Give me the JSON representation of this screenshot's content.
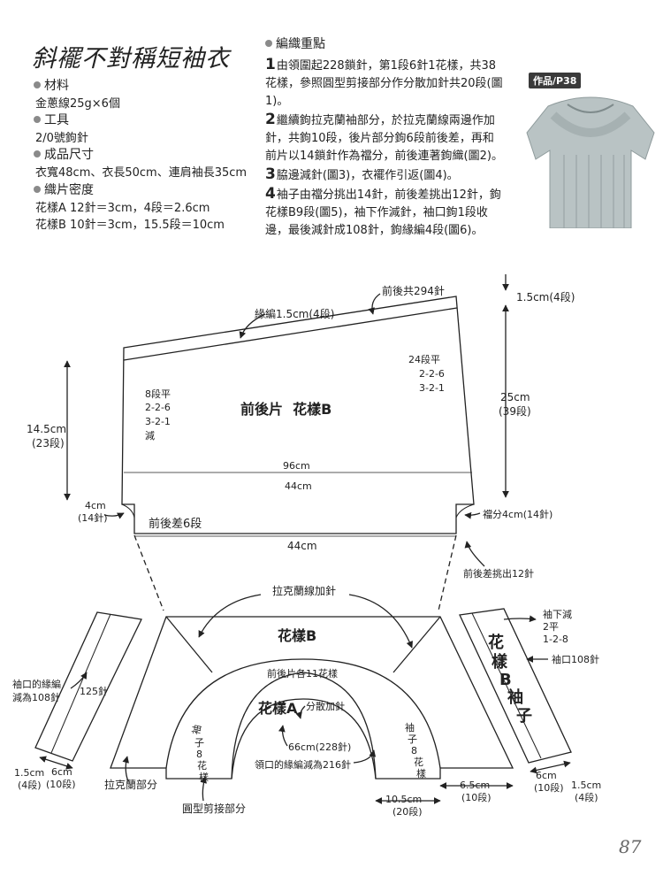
{
  "title": "斜襬不對稱短袖衣",
  "materials": {
    "heading": "材料",
    "value": "金蔥線25g×6個"
  },
  "tools": {
    "heading": "工具",
    "value": "2/0號鉤針"
  },
  "size": {
    "heading": "成品尺寸",
    "value": "衣寬48cm、衣長50cm、連肩袖長35cm"
  },
  "gauge": {
    "heading": "織片密度",
    "line1": "花樣A 12針＝3cm，4段＝2.6cm",
    "line2": "花樣B 10針＝3cm，15.5段＝10cm"
  },
  "points": {
    "heading": "編織重點",
    "steps": [
      {
        "num": "1",
        "text": "由領圍起228鎖針，第1段6針1花樣，共38花樣，參照圓型剪接部分作分散加針共20段(圖1)。"
      },
      {
        "num": "2",
        "text": "繼續鉤拉克蘭袖部分，於拉克蘭線兩邊作加針，共鉤10段，後片部分鉤6段前後差，再和前片以14鎖針作為襠分，前後連著鉤織(圖2)。"
      },
      {
        "num": "3",
        "text": "脇邊減針(圖3)，衣襬作引返(圖4)。"
      },
      {
        "num": "4",
        "text": "袖子由襠分挑出14針，前後差挑出12針，鉤花樣B9段(圖5)，袖下作減針，袖口鉤1段收邊，最後減針成108針，鉤緣編4段(圖6)。"
      }
    ]
  },
  "photo_label": "作品/P38",
  "diagram": {
    "total_stitches": "前後共294針",
    "border_top": "緣編1.5cm(4段)",
    "top_right_dim": "1.5cm(4段)",
    "body_label": "前後片  花樣B",
    "left_dec": [
      "8段平",
      "2-2-6",
      "3-2-1",
      "減"
    ],
    "right_dec": [
      "24段平",
      "2-2-6",
      "3-2-1"
    ],
    "height_left": [
      "14.5cm",
      "(23段)"
    ],
    "height_right": [
      "25cm",
      "(39段)"
    ],
    "width_96": "96cm",
    "width_44_inner": "44cm",
    "gusset_left": [
      "4cm",
      "(14針)"
    ],
    "front_back_diff": "前後差6段",
    "gusset_right": "襠分4cm(14針)",
    "width_44_bottom": "44cm",
    "pickup_sleeve": "前後差挑出12針",
    "raglan_inc": "拉克蘭線加針",
    "yoke_label_b": "花樣B",
    "yoke_repeats": "前後片各11花樣",
    "yoke_label_a": "花樣A",
    "spread_inc": "分散加針",
    "sleeve_side_left": [
      "袖",
      "子",
      "8",
      "花",
      "樣"
    ],
    "sleeve_side_right": [
      "袖",
      "子",
      "8",
      "花",
      "樣"
    ],
    "neck_circ": "66cm(228針)",
    "neck_edge": "領口的緣編減為216針",
    "raglan_part": "拉克蘭部分",
    "round_part": "圓型剪接部分",
    "left_cuff_note": [
      "袖口的緣編",
      "減為108針"
    ],
    "left_sleeve_125": "125針",
    "left_edge_dim": [
      "1.5cm",
      "(4段)"
    ],
    "left_width_dim": [
      "6cm",
      "(10段)"
    ],
    "yoke_bottom_left": [
      "10.5cm",
      "(20段)"
    ],
    "yoke_bottom_right": [
      "6.5cm",
      "(10段)"
    ],
    "sleeve_label": [
      "花",
      "樣",
      "B",
      "袖",
      "子"
    ],
    "sleeve_dec": [
      "袖下減",
      "2平",
      "1-2-8"
    ],
    "sleeve_cuff": "袖口108針",
    "right_width_dim": [
      "6cm",
      "(10段)"
    ],
    "right_edge_dim": [
      "1.5cm",
      "(4段)"
    ]
  },
  "page_number": "87"
}
